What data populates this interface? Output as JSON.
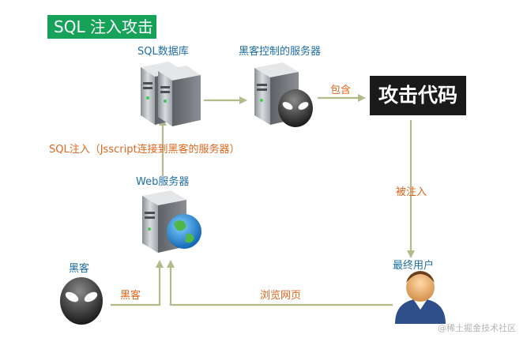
{
  "title": "SQL 注入攻击",
  "nodes": {
    "sql_db": "SQL数据库",
    "hacker_server": "黑客控制的服务器",
    "web_server": "Web服务器",
    "hacker": "黑客",
    "end_user": "最终用户",
    "attack_code": "攻击代码"
  },
  "edges": {
    "contains": "包含",
    "injected": "被注入",
    "sql_inject": "SQL注入（Jsscript连接到黑客的服务器）",
    "hacker_edge": "黑客",
    "browse": "浏览网页"
  },
  "colors": {
    "title_bg": "#17a25a",
    "label_blue": "#1d6ea8",
    "label_orange": "#e0661c",
    "arrow": "#b5b98a",
    "attack_bg": "#1a1a1a"
  },
  "watermark": "@稀土掘金技术社区"
}
